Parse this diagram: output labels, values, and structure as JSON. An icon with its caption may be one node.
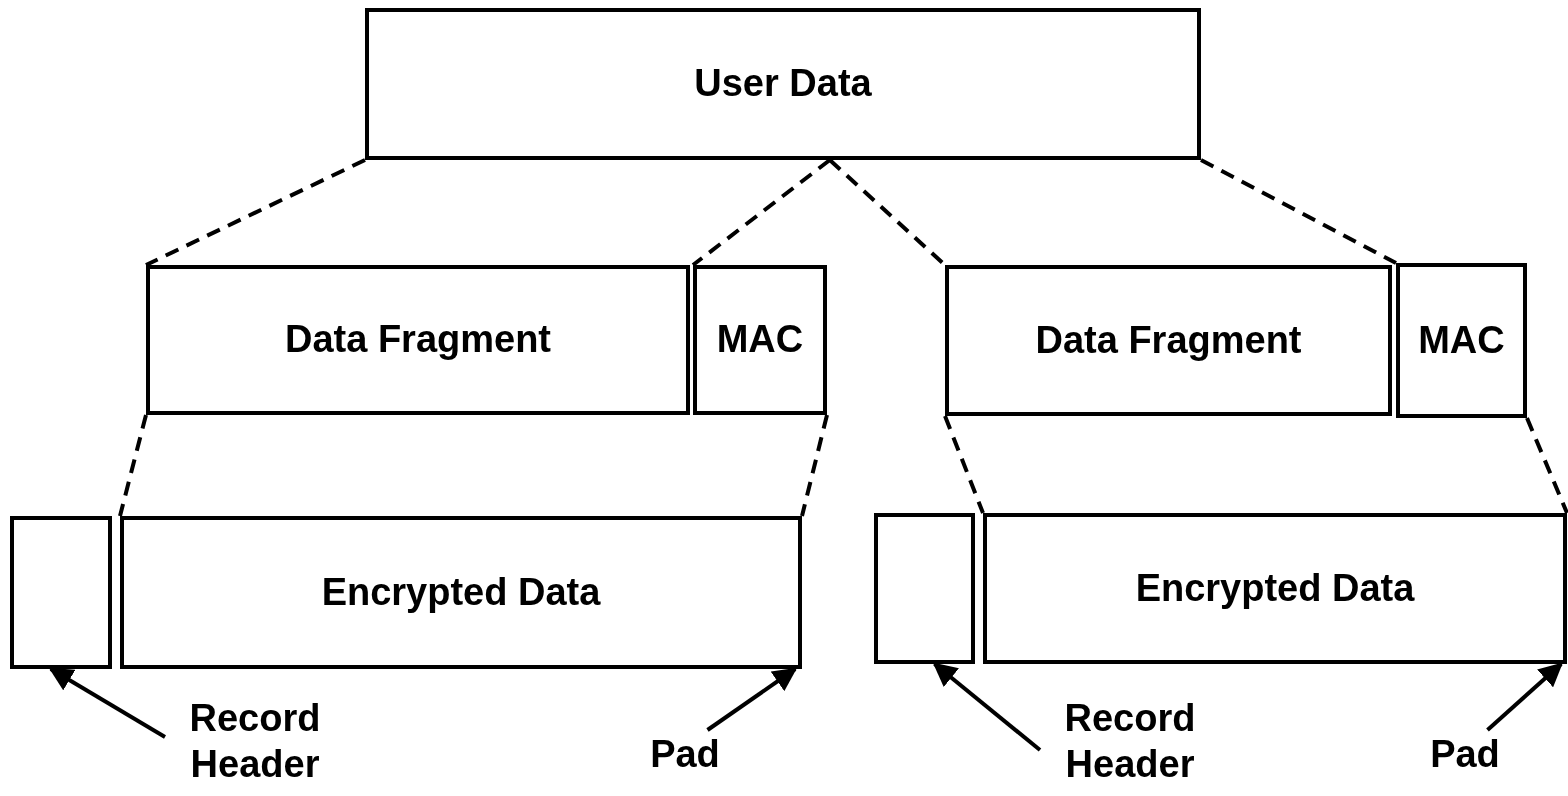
{
  "diagram": {
    "nodes": [
      {
        "text": [
          "User Data"
        ]
      },
      {
        "text": [
          "Data Fragment"
        ]
      },
      {
        "text": [
          "MAC"
        ]
      },
      {
        "text": [
          "Data Fragment"
        ]
      },
      {
        "text": [
          "MAC"
        ]
      },
      {
        "text": [],
        "shape": "box"
      },
      {
        "text": [
          "Encrypted Data"
        ]
      },
      {
        "text": [],
        "shape": "box"
      },
      {
        "text": [
          "Encrypted Data"
        ]
      },
      {
        "text": [
          "Record Header"
        ]
      },
      {
        "text": [
          "Pad"
        ]
      },
      {
        "text": [
          "Record Header"
        ]
      },
      {
        "text": [
          "Pad"
        ]
      }
    ],
    "edges": [
      {
        "from": 0,
        "to": 1,
        "arrow": "none",
        "style": "dashed"
      },
      {
        "from": 0,
        "to": 2,
        "arrow": "none",
        "style": "dashed"
      },
      {
        "from": 0,
        "to": 3,
        "arrow": "none",
        "style": "dashed"
      },
      {
        "from": 0,
        "to": 4,
        "arrow": "none",
        "style": "dashed"
      },
      {
        "from": 1,
        "to": 6,
        "arrow": "none",
        "style": "dashed"
      },
      {
        "from": 2,
        "to": 6,
        "arrow": "none",
        "style": "dashed"
      },
      {
        "from": 3,
        "to": 8,
        "arrow": "none",
        "style": "dashed"
      },
      {
        "from": 4,
        "to": 8,
        "arrow": "none",
        "style": "dashed"
      },
      {
        "from": 9,
        "to": 5,
        "arrow": "to"
      },
      {
        "from": 10,
        "to": 6,
        "arrow": "to"
      },
      {
        "from": 11,
        "to": 7,
        "arrow": "to"
      },
      {
        "from": 12,
        "to": 8,
        "arrow": "to"
      }
    ]
  }
}
